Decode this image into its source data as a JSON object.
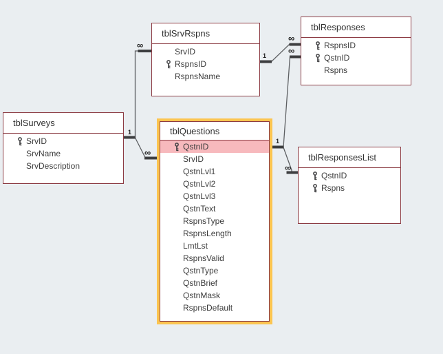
{
  "colors": {
    "canvas_bg": "#eaeef1",
    "table_border": "#8c3b43",
    "selection_ring": "#fcc550",
    "highlight_row_bg": "#f7b9bd",
    "relationship_line": "#5d5f62"
  },
  "tables": [
    {
      "title": "tblSurveys",
      "fields": [
        {
          "name": "SrvID",
          "key": true
        },
        {
          "name": "SrvName",
          "key": false
        },
        {
          "name": "SrvDescription",
          "key": false
        }
      ]
    },
    {
      "title": "tblSrvRspns",
      "fields": [
        {
          "name": "SrvID",
          "key": false
        },
        {
          "name": "RspnsID",
          "key": true
        },
        {
          "name": "RspnsName",
          "key": false
        }
      ]
    },
    {
      "title": "tblResponses",
      "fields": [
        {
          "name": "RspnsID",
          "key": true
        },
        {
          "name": "QstnID",
          "key": true
        },
        {
          "name": "Rspns",
          "key": false
        }
      ]
    },
    {
      "title": "tblQuestions",
      "selected": true,
      "fields": [
        {
          "name": "QstnID",
          "key": true,
          "highlighted": true
        },
        {
          "name": "SrvID",
          "key": false
        },
        {
          "name": "QstnLvl1",
          "key": false
        },
        {
          "name": "QstnLvl2",
          "key": false
        },
        {
          "name": "QstnLvl3",
          "key": false
        },
        {
          "name": "QstnText",
          "key": false
        },
        {
          "name": "RspnsType",
          "key": false
        },
        {
          "name": "RspnsLength",
          "key": false
        },
        {
          "name": "LmtLst",
          "key": false
        },
        {
          "name": "RspnsValid",
          "key": false
        },
        {
          "name": "QstnType",
          "key": false
        },
        {
          "name": "QstnBrief",
          "key": false
        },
        {
          "name": "QstnMask",
          "key": false
        },
        {
          "name": "RspnsDefault",
          "key": false
        }
      ]
    },
    {
      "title": "tblResponsesList",
      "fields": [
        {
          "name": "QstnID",
          "key": true
        },
        {
          "name": "Rspns",
          "key": true
        }
      ]
    }
  ],
  "connectors": [
    {
      "from": "tblSurveys.SrvID",
      "to": "tblSrvRspns.SrvID",
      "one": "1",
      "many": "∞"
    },
    {
      "from": "tblSurveys.SrvID",
      "to": "tblQuestions.SrvID",
      "one": "1",
      "many": "∞"
    },
    {
      "from": "tblSrvRspns.RspnsID",
      "to": "tblResponses.RspnsID",
      "one": "1",
      "many": "∞"
    },
    {
      "from": "tblQuestions.QstnID",
      "to": "tblResponses.QstnID",
      "one": "1",
      "many": "∞"
    },
    {
      "from": "tblQuestions.QstnID",
      "to": "tblResponsesList.QstnID",
      "one": "1",
      "many": "∞"
    }
  ]
}
